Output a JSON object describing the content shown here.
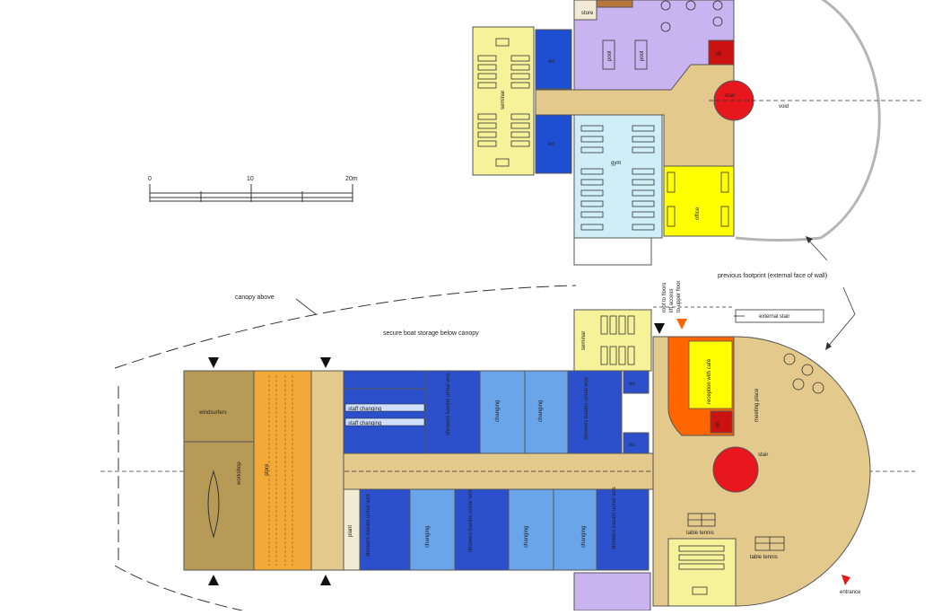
{
  "scale": {
    "labels": [
      "0",
      "10",
      "20m"
    ]
  },
  "annotations": {
    "canopy_above": "canopy above",
    "secure_storage": "secure boat storage below canopy",
    "previous_footprint": "previous footprint (external face of wall)",
    "external_stair": "external stair",
    "entrance": "entrance",
    "void": "void",
    "vertical_note": "roof to floors\nlift access\nto upper floor"
  },
  "upper_floor": {
    "store": "store",
    "pool_1": "pool",
    "pool_2": "pool",
    "lift": "lift",
    "stair": "stair",
    "wc_top": "wc",
    "wc_bottom": "wc",
    "seminar": "seminar",
    "gym": "gym",
    "office": "office"
  },
  "ground_floor": {
    "windsurfers": "windsurfers",
    "workshop": "workshop",
    "store": "store",
    "staff_changing_1": "staff changing",
    "staff_changing_2": "staff changing",
    "changing_top_1": "changing",
    "changing_top_2": "changing",
    "showers_top": "showers basins urinal wcs",
    "showers_top_right": "showers basins urinal wcs",
    "seminar": "seminar",
    "wc_1": "wc",
    "wc_2": "wc",
    "reception": "reception with café",
    "lift": "lift",
    "meeting_place": "meeting place",
    "stair": "stair",
    "plant": "plant",
    "showers_bottom_1": "showers basins urinal wcs",
    "changing_bottom_1": "changing",
    "showers_bottom_2": "showers basins urinal wcs",
    "changing_bottom_2": "changing",
    "changing_bottom_3": "changing",
    "showers_bottom_3": "showers basins urinal wcs",
    "table_tennis_1": "table tennis",
    "table_tennis_2": "table tennis"
  },
  "colors": {
    "pool_hall": "#c9b3f0",
    "seminar": "#f5f29a",
    "gym": "#cfeef7",
    "office": "#ffff00",
    "wc": "#1f4fd1",
    "circulation": "#e3c98c",
    "workshop": "#b79a56",
    "store": "#f3a938",
    "changing_dark": "#2c50cc",
    "changing_light": "#6aa5ea",
    "reception": "#ff6600",
    "stair": "#e8161d",
    "lift": "#cc1111"
  }
}
